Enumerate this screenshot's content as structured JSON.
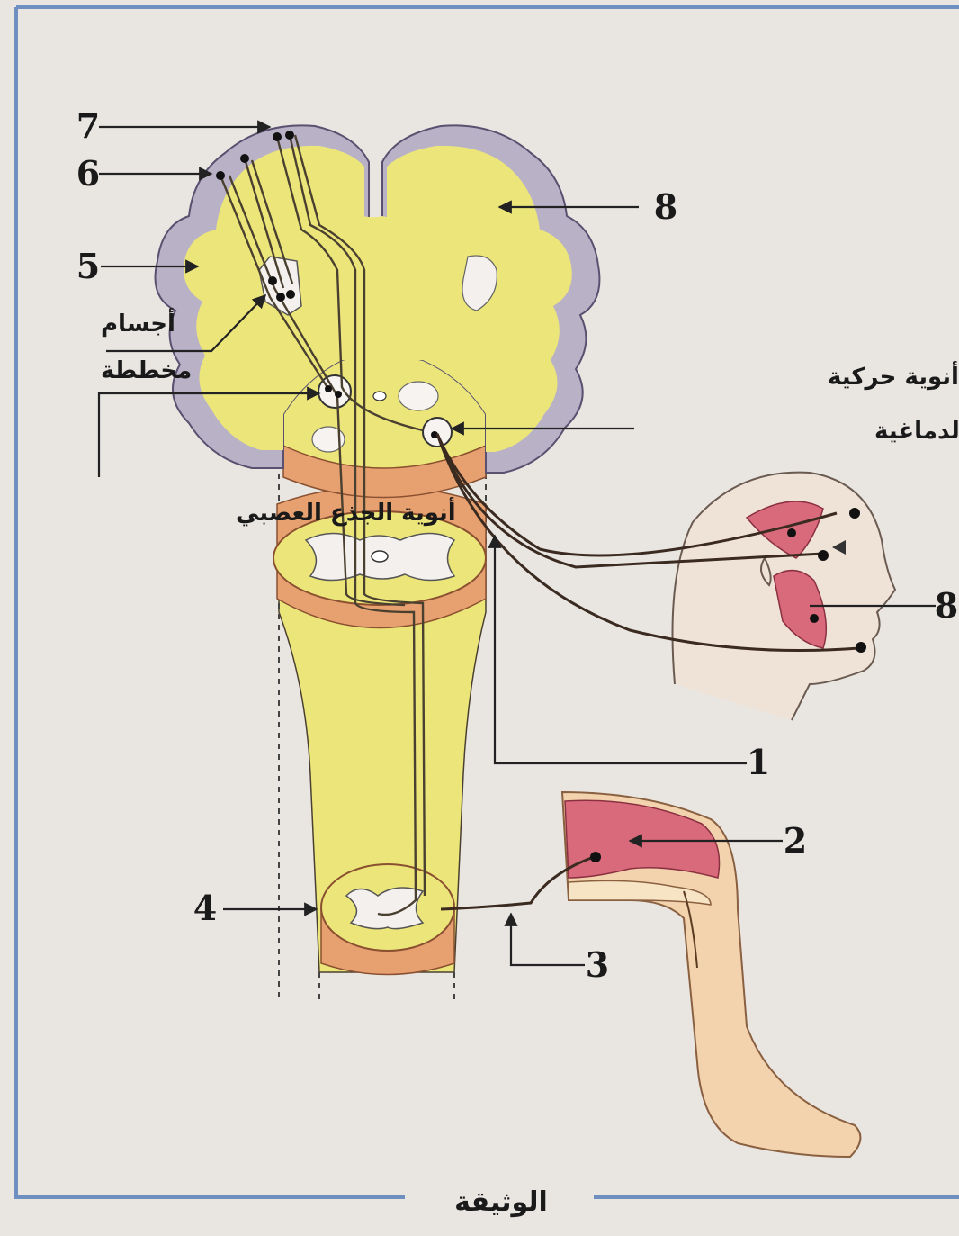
{
  "labels": {
    "n1": "1",
    "n2": "2",
    "n3": "3",
    "n4": "4",
    "n5": "5",
    "n6": "6",
    "n7": "7",
    "n8_brain": "8",
    "n8_face": "8",
    "striated_line1": "أجسام",
    "striated_line2": "مخططة",
    "brainstem_nuclei": "أنوية الجذع العصبي",
    "cranial_line1": "أنوية حركية",
    "cranial_line2": "للأعصاب الدماغية"
  },
  "caption": "الوثيقة",
  "colors": {
    "background": "#e9e6e2",
    "frame": "#6f8fc0",
    "white_matter": "#ece67a",
    "cortex": "#b9b1c6",
    "spinal_ring": "#e7a070",
    "muscle": "#d96a7c",
    "skin": "#f2d3ae"
  }
}
